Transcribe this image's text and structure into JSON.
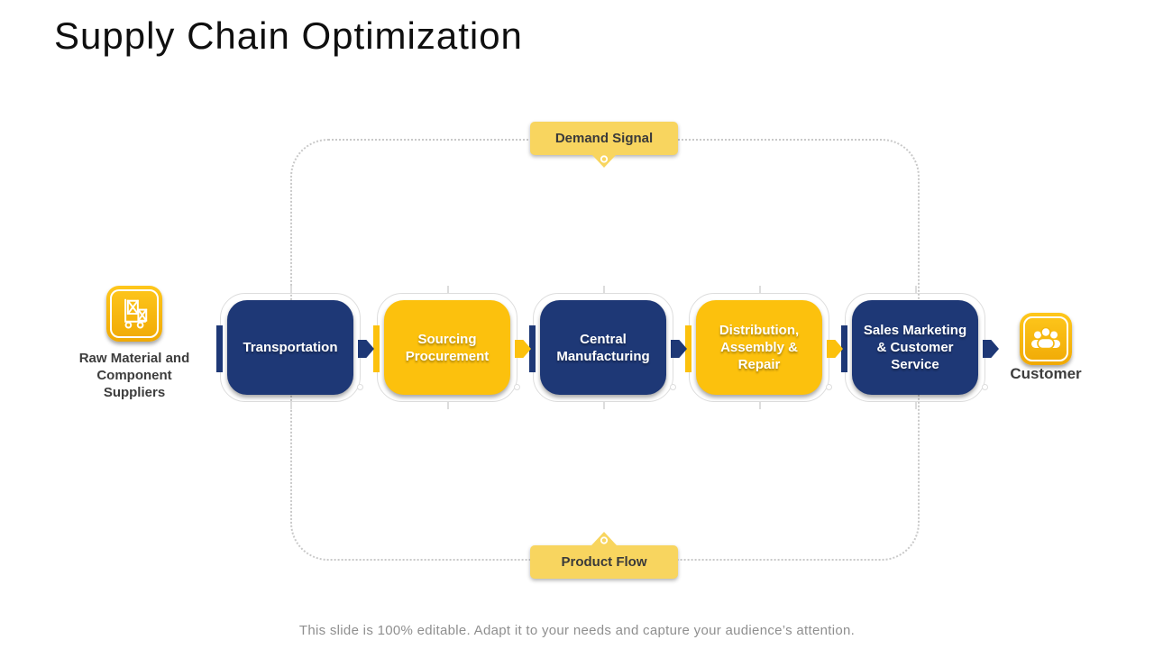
{
  "slide": {
    "title": "Supply Chain Optimization",
    "footer": "This slide is 100% editable. Adapt it to your needs and capture your audience’s attention."
  },
  "badges": {
    "top": {
      "label": "Demand Signal"
    },
    "bottom": {
      "label": "Product Flow"
    }
  },
  "endpoints": {
    "supplier": {
      "label": "Raw Material and Component Suppliers",
      "icon": "hand-truck-with-boxes-icon"
    },
    "customer": {
      "label": "Customer",
      "icon": "people-group-icon"
    }
  },
  "stages": [
    {
      "label": "Transportation",
      "color": "#1E3876"
    },
    {
      "label": "Sourcing Procurement",
      "color": "#FCC10D"
    },
    {
      "label": "Central Manufacturing",
      "color": "#1E3876"
    },
    {
      "label": "Distribution, Assembly & Repair",
      "color": "#FCC10D"
    },
    {
      "label": "Sales Marketing & Customer Service",
      "color": "#1E3876"
    }
  ],
  "colors": {
    "navy": "#1E3876",
    "gold": "#FCC10D",
    "badge_yellow": "#F8D55F",
    "icon_gold_top": "#FEC71C",
    "icon_gold_bottom": "#F0A905",
    "outline_gray": "#DDDDDD",
    "dotted_border_gray": "#C9C9C9",
    "label_dark": "#3D3D3D",
    "footer_gray": "#8F8F8F"
  }
}
